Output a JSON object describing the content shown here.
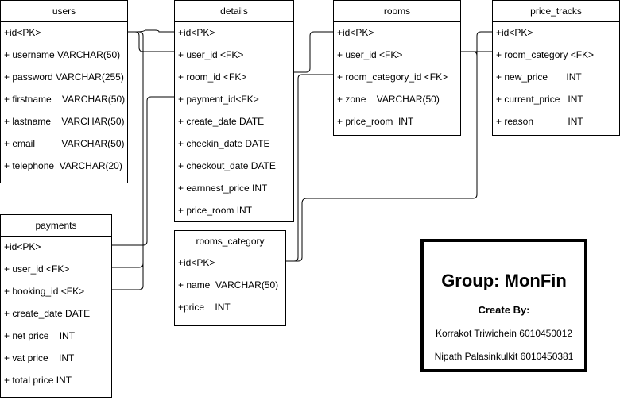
{
  "entities": {
    "users": {
      "title": "users",
      "rows": [
        "+id<PK>",
        "+ username VARCHAR(50)",
        "+ password VARCHAR(255)",
        "+ firstname    VARCHAR(50)",
        "+ lastname    VARCHAR(50)",
        "+ email          VARCHAR(50)",
        "+ telephone  VARCHAR(20)"
      ]
    },
    "details": {
      "title": "details",
      "rows": [
        "+id<PK>",
        "+ user_id <FK>",
        "+ room_id <FK>",
        "+ payment_id<FK>",
        "+ create_date DATE",
        "+ checkin_date DATE",
        "+ checkout_date DATE",
        "+ earnnest_price INT",
        "+ price_room INT"
      ]
    },
    "rooms": {
      "title": "rooms",
      "rows": [
        "+id<PK>",
        "+ user_id <FK>",
        "+ room_category_id <FK>",
        "+ zone    VARCHAR(50)",
        "+ price_room  INT"
      ]
    },
    "price_tracks": {
      "title": "price_tracks",
      "rows": [
        "+id<PK>",
        "+ room_category <FK>",
        "+ new_price       INT",
        "+ current_price   INT",
        "+ reason             INT"
      ]
    },
    "payments": {
      "title": "payments",
      "rows": [
        "+id<PK>",
        "+ user_id <FK>",
        "+ booking_id <FK>",
        "+ create_date DATE",
        "+ net price    INT",
        "+ vat price    INT",
        "+ total price INT"
      ]
    },
    "rooms_category": {
      "title": "rooms_category",
      "rows": [
        "+id<PK>",
        "+ name  VARCHAR(50)",
        "+price    INT"
      ]
    }
  },
  "credits": {
    "title": "Group: MonFin",
    "subtitle": "Create By:",
    "member1": "Korrakot Triwichein 6010450012",
    "member2": "Nipath Palasinkulkit 6010450381"
  }
}
